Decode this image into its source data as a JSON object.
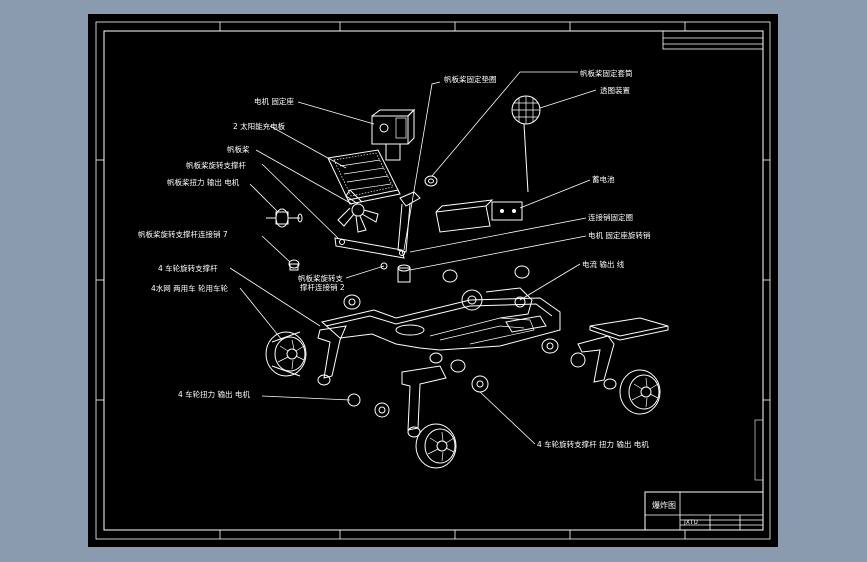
{
  "window": {
    "background_color": "#8a9bb0",
    "canvas_color": "#000000",
    "line_color": "#ffffff"
  },
  "title_block": {
    "drawing_name": "爆炸图",
    "code": "JXTU"
  },
  "labels": [
    {
      "id": "motor-base",
      "text": "电机 固定座"
    },
    {
      "id": "solar-panel",
      "text": "2 太阳能充电板"
    },
    {
      "id": "arm",
      "text": "帆板桨"
    },
    {
      "id": "arm-link",
      "text": "帆板桨旋转支撑杆"
    },
    {
      "id": "arm-motor",
      "text": "帆板桨扭力 输出 电机"
    },
    {
      "id": "arm-pin",
      "text": "帆板桨旋转支撑杆连接销 7"
    },
    {
      "id": "wheel-link",
      "text": "4 车轮旋转支撑杆"
    },
    {
      "id": "wheel",
      "text": "4水网 两用车 轮用车轮"
    },
    {
      "id": "wheel-motor",
      "text": "4 车轮扭力 输出 电机"
    },
    {
      "id": "arm-link2-a",
      "text": "帆板桨旋转支"
    },
    {
      "id": "arm-link2-b",
      "text": "撑杆连接销 2"
    },
    {
      "id": "arm-fix-pad",
      "text": "帆板桨固定垫圈"
    },
    {
      "id": "mast-fix-seat",
      "text": "帆板桨固定套筒"
    },
    {
      "id": "sensor",
      "text": "透图装置"
    },
    {
      "id": "battery",
      "text": "蓄电池"
    },
    {
      "id": "pin-fix-ring",
      "text": "连接销固定圈"
    },
    {
      "id": "motor-base-pin",
      "text": "电机 固定座旋转销"
    },
    {
      "id": "power-cable",
      "text": "电流 输出 线"
    },
    {
      "id": "wheel-link-motor",
      "text": "4 车轮旋转支撑杆 扭力 输出 电机"
    }
  ]
}
